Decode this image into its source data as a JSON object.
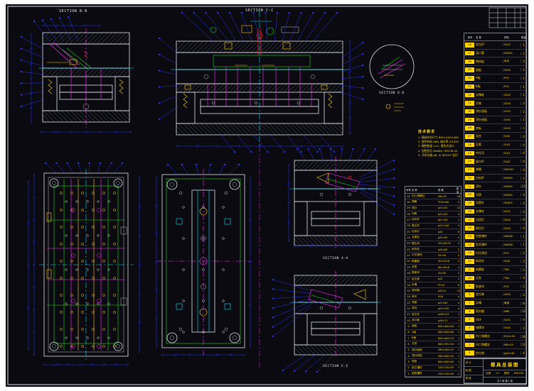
{
  "colors": {
    "background": "#0a0a10",
    "line_white": "#dfe3e8",
    "cyan": "#00e5ff",
    "magenta": "#ff30ff",
    "green": "#18e018",
    "yellow": "#ffd400",
    "red": "#ff2020",
    "dim_blue": "#2a35ff"
  },
  "labels": {
    "section_bb": "SECTION  B-B",
    "section_cc": "SECTION  C-C",
    "section_dd": "SECTION  D-D",
    "section_aa": "SECTION  A-A",
    "section_ee": "SECTION  E-E"
  },
  "notes": {
    "title": "技术要求",
    "lines": [
      "1. 模具外形尺寸 600×400×465",
      "2. 塑件材料 ABS, 缩水率 5/1000",
      "3. 模腔数量 1×2, 潜伏式浇口",
      "4. 型腔型芯 NAK80, HRC38-42",
      "5. 冷却水路 φ8, 以 IN/OUT 标识"
    ]
  },
  "bom_outer": {
    "headers": [
      "序号",
      "名  称",
      "材料",
      "数量"
    ],
    "rows": [
      {
        "no": "38",
        "name": "定位环",
        "mat": "S45C",
        "qty": "1"
      },
      {
        "no": "37",
        "name": "浇口套",
        "mat": "SKD61",
        "qty": "1"
      },
      {
        "no": "36",
        "name": "隔热板",
        "mat": "电木",
        "qty": "2"
      },
      {
        "no": "35",
        "name": "面板",
        "mat": "S50C",
        "qty": "1"
      },
      {
        "no": "34",
        "name": "A板",
        "mat": "P20",
        "qty": "1"
      },
      {
        "no": "33",
        "name": "B板",
        "mat": "P20",
        "qty": "1"
      },
      {
        "no": "32",
        "name": "支撑板",
        "mat": "S50C",
        "qty": "1"
      },
      {
        "no": "31",
        "name": "方铁",
        "mat": "S50C",
        "qty": "2"
      },
      {
        "no": "30",
        "name": "顶针面板",
        "mat": "S50C",
        "qty": "1"
      },
      {
        "no": "29",
        "name": "顶针底板",
        "mat": "S50C",
        "qty": "1"
      },
      {
        "no": "28",
        "name": "底板",
        "mat": "S50C",
        "qty": "1"
      },
      {
        "no": "27",
        "name": "导柱",
        "mat": "SUJ2",
        "qty": "4"
      },
      {
        "no": "26",
        "name": "导套",
        "mat": "SUJ2",
        "qty": "4"
      },
      {
        "no": "25",
        "name": "中托司",
        "mat": "SUJ2",
        "qty": "4"
      },
      {
        "no": "24",
        "name": "复位杆",
        "mat": "SUJ2",
        "qty": "4"
      },
      {
        "no": "23",
        "name": "弹簧",
        "mat": "SWOSC",
        "qty": "4"
      },
      {
        "no": "22",
        "name": "拉料杆",
        "mat": "SKD61",
        "qty": "1"
      },
      {
        "no": "21",
        "name": "顶针",
        "mat": "SKD61",
        "qty": "22"
      },
      {
        "no": "20",
        "name": "司筒",
        "mat": "SKD61",
        "qty": "4"
      },
      {
        "no": "19",
        "name": "司筒针",
        "mat": "SKD61",
        "qty": "4"
      },
      {
        "no": "18",
        "name": "支撑柱",
        "mat": "S45C",
        "qty": "4"
      },
      {
        "no": "17",
        "name": "垃圾钉",
        "mat": "S45C",
        "qty": "8"
      },
      {
        "no": "16",
        "name": "限位钉",
        "mat": "S45C",
        "qty": "4"
      },
      {
        "no": "15",
        "name": "型腔镶件",
        "mat": "NAK80",
        "qty": "1"
      },
      {
        "no": "14",
        "name": "型芯镶件",
        "mat": "NAK80",
        "qty": "1"
      },
      {
        "no": "13",
        "name": "行位滑块",
        "mat": "P20",
        "qty": "2"
      },
      {
        "no": "12",
        "name": "斜导柱",
        "mat": "SUJ2",
        "qty": "2"
      },
      {
        "no": "11",
        "name": "耐磨板",
        "mat": "T8A",
        "qty": "2"
      },
      {
        "no": "10",
        "name": "压条",
        "mat": "T8A",
        "qty": "4"
      },
      {
        "no": "9",
        "name": "楔紧块",
        "mat": "P20",
        "qty": "2"
      },
      {
        "no": "8",
        "name": "定位珠",
        "mat": "S45C",
        "qty": "2"
      },
      {
        "no": "7",
        "name": "水嘴",
        "mat": "黄铜",
        "qty": "8"
      },
      {
        "no": "6",
        "name": "密封圈",
        "mat": "NBR",
        "qty": "12"
      },
      {
        "no": "5",
        "name": "吊环",
        "mat": "S45C",
        "qty": "4"
      },
      {
        "no": "4",
        "name": "锁模块",
        "mat": "S45C",
        "qty": "2"
      },
      {
        "no": "3",
        "name": "内六角螺丝",
        "mat": "M10×30",
        "qty": "16"
      },
      {
        "no": "2",
        "name": "内六角螺丝",
        "mat": "M8×25",
        "qty": "12"
      },
      {
        "no": "1",
        "name": "定位销",
        "mat": "φ10×40",
        "qty": "4"
      }
    ]
  },
  "bom_inner": {
    "headers": [
      "序号",
      "名  称",
      "规 格",
      "数量"
    ],
    "rows": [
      {
        "no": "31",
        "name": "内六角螺丝",
        "spec": "M8×25",
        "qty": "16"
      },
      {
        "no": "30",
        "name": "弹簧",
        "spec": "TF40×60",
        "qty": "4"
      },
      {
        "no": "29",
        "name": "顶针",
        "spec": "φ3×150",
        "qty": "12"
      },
      {
        "no": "28",
        "name": "司筒",
        "spec": "φ4×120",
        "qty": "4"
      },
      {
        "no": "27",
        "name": "拉料杆",
        "spec": "φ5×130",
        "qty": "1"
      },
      {
        "no": "26",
        "name": "复位杆",
        "spec": "φ15×140",
        "qty": "4"
      },
      {
        "no": "25",
        "name": "垃圾钉",
        "spec": "φ16",
        "qty": "8"
      },
      {
        "no": "24",
        "name": "支撑柱",
        "spec": "φ35×90",
        "qty": "4"
      },
      {
        "no": "23",
        "name": "限位块",
        "spec": "20×20×15",
        "qty": "2"
      },
      {
        "no": "22",
        "name": "斜导柱",
        "spec": "φ16×80",
        "qty": "2"
      },
      {
        "no": "21",
        "name": "行位滑块",
        "spec": "55×40",
        "qty": "2"
      },
      {
        "no": "20",
        "name": "耐磨板",
        "spec": "40×25×6",
        "qty": "2"
      },
      {
        "no": "19",
        "name": "压条",
        "spec": "60×16×8",
        "qty": "4"
      },
      {
        "no": "18",
        "name": "楔紧块",
        "spec": "45×30",
        "qty": "2"
      },
      {
        "no": "17",
        "name": "定位珠",
        "spec": "φ10",
        "qty": "2"
      },
      {
        "no": "16",
        "name": "水嘴",
        "spec": "PT1/4",
        "qty": "8"
      },
      {
        "no": "15",
        "name": "密封圈",
        "spec": "φ10×2",
        "qty": "12"
      },
      {
        "no": "14",
        "name": "吊环",
        "spec": "M16",
        "qty": "4"
      },
      {
        "no": "13",
        "name": "导套",
        "spec": "φ25×60",
        "qty": "4"
      },
      {
        "no": "12",
        "name": "导柱",
        "spec": "φ25×150",
        "qty": "4"
      },
      {
        "no": "11",
        "name": "定位环",
        "spec": "φ100×15",
        "qty": "1"
      },
      {
        "no": "10",
        "name": "浇口套",
        "spec": "φ16×75",
        "qty": "1"
      },
      {
        "no": "9",
        "name": "面板",
        "spec": "600×400×50",
        "qty": "1"
      },
      {
        "no": "8",
        "name": "A板",
        "spec": "600×400×80",
        "qty": "1"
      },
      {
        "no": "7",
        "name": "B板",
        "spec": "600×400×70",
        "qty": "1"
      },
      {
        "no": "6",
        "name": "方铁",
        "spec": "600×78×120",
        "qty": "2"
      },
      {
        "no": "5",
        "name": "顶针面板",
        "spec": "380×400×25",
        "qty": "1"
      },
      {
        "no": "4",
        "name": "顶针底板",
        "spec": "380×400×30",
        "qty": "1"
      },
      {
        "no": "3",
        "name": "底板",
        "spec": "600×400×50",
        "qty": "1"
      },
      {
        "no": "2",
        "name": "型芯镶件",
        "spec": "220×150×55",
        "qty": "1"
      },
      {
        "no": "1",
        "name": "型腔镶件",
        "spec": "220×150×45",
        "qty": "1"
      }
    ]
  },
  "title_block": {
    "name": "模具总装图",
    "left_rows": [
      "设 计",
      "制 图",
      "审 核"
    ],
    "scale_label": "比例",
    "scale": "1:1",
    "no_label": "图号",
    "no": "HM-035",
    "sheet": "共 1 张   第 1 张"
  }
}
